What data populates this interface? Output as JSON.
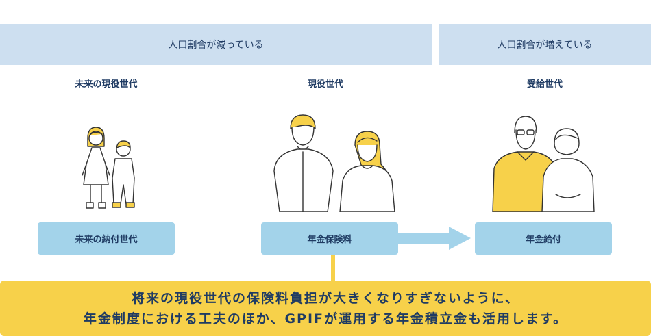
{
  "bands": {
    "left": "人口割合が減っている",
    "right": "人口割合が増えている"
  },
  "generations": {
    "future": "未来の現役世代",
    "current": "現役世代",
    "recipient": "受給世代"
  },
  "pills": {
    "future": "未来の納付世代",
    "premium": "年金保険料",
    "benefit": "年金給付"
  },
  "banner": {
    "line1": "将来の現役世代の保険料負担が大きくなりすぎないように、",
    "line2": "年金制度における工夫のほか、GPIFが運用する年金積立金も活用します。"
  },
  "colors": {
    "band": "#cddff0",
    "pill": "#a3d3ea",
    "banner": "#f7d14a",
    "text": "#1f3b63"
  },
  "icons": [
    "children-icon",
    "working-adults-icon",
    "elderly-couple-icon"
  ]
}
